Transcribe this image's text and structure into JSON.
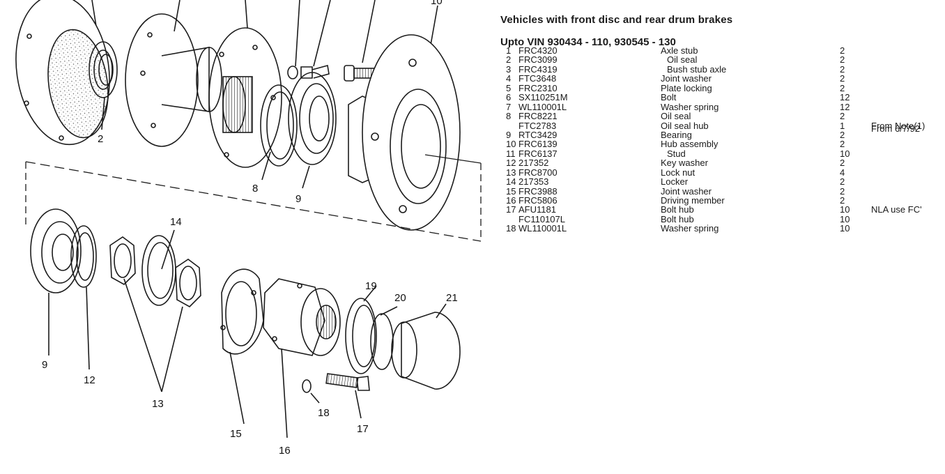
{
  "heading": "Vehicles with front disc and rear drum brakes",
  "range": "Upto VIN 930434 - 110, 930545 - 130",
  "parts": [
    {
      "no": "1",
      "part": "FRC4320",
      "desc": "Axle stub",
      "qty": "2",
      "note": "",
      "sub": false
    },
    {
      "no": "2",
      "part": "FRC3099",
      "desc": "Oil seal",
      "qty": "2",
      "note": "",
      "sub": true
    },
    {
      "no": "3",
      "part": "FRC4319",
      "desc": "Bush stub axle",
      "qty": "2",
      "note": "",
      "sub": true
    },
    {
      "no": "4",
      "part": "FTC3648",
      "desc": "Joint washer",
      "qty": "2",
      "note": "",
      "sub": false
    },
    {
      "no": "5",
      "part": "FRC2310",
      "desc": "Plate locking",
      "qty": "2",
      "note": "",
      "sub": false
    },
    {
      "no": "6",
      "part": "SX110251M",
      "desc": "Bolt",
      "qty": "12",
      "note": "",
      "sub": false
    },
    {
      "no": "7",
      "part": "WL110001L",
      "desc": "Washer spring",
      "qty": "12",
      "note": "",
      "sub": false
    },
    {
      "no": "8",
      "part": "FRC8221",
      "desc": "Oil seal",
      "qty": "2",
      "note": "",
      "sub": false
    },
    {
      "no": "",
      "part": "FTC2783",
      "desc": "Oil seal hub",
      "qty": "1",
      "note": "From Note(1)",
      "sub": false
    },
    {
      "no": "9",
      "part": "RTC3429",
      "desc": "Bearing",
      "qty": "2",
      "note": "",
      "sub": false
    },
    {
      "no": "10",
      "part": "FRC6139",
      "desc": "Hub assembly",
      "qty": "2",
      "note": "",
      "sub": false
    },
    {
      "no": "11",
      "part": "FRC6137",
      "desc": "Stud",
      "qty": "10",
      "note": "",
      "sub": true
    },
    {
      "no": "12",
      "part": "217352",
      "desc": "Key washer",
      "qty": "2",
      "note": "",
      "sub": false
    },
    {
      "no": "13",
      "part": "FRC8700",
      "desc": "Lock nut",
      "qty": "4",
      "note": "",
      "sub": false
    },
    {
      "no": "14",
      "part": "217353",
      "desc": "Locker",
      "qty": "2",
      "note": "",
      "sub": false
    },
    {
      "no": "15",
      "part": "FRC3988",
      "desc": "Joint washer",
      "qty": "2",
      "note": "",
      "sub": false
    },
    {
      "no": "16",
      "part": "FRC5806",
      "desc": "Driving member",
      "qty": "2",
      "note": "",
      "sub": false
    },
    {
      "no": "17",
      "part": "AFU1181",
      "desc": "Bolt hub",
      "qty": "10",
      "note": "NLA use FC'",
      "sub": false
    },
    {
      "no": "",
      "part": "FC110107L",
      "desc": "Bolt hub",
      "qty": "10",
      "note": "",
      "sub": false
    },
    {
      "no": "18",
      "part": "WL110001L",
      "desc": "Washer spring",
      "qty": "10",
      "note": "",
      "sub": false
    }
  ],
  "extra_note": "From 6/7/92",
  "callouts": [
    "10",
    "2",
    "8",
    "9",
    "14",
    "9",
    "12",
    "13",
    "15",
    "16",
    "18",
    "17",
    "19",
    "20",
    "21"
  ]
}
